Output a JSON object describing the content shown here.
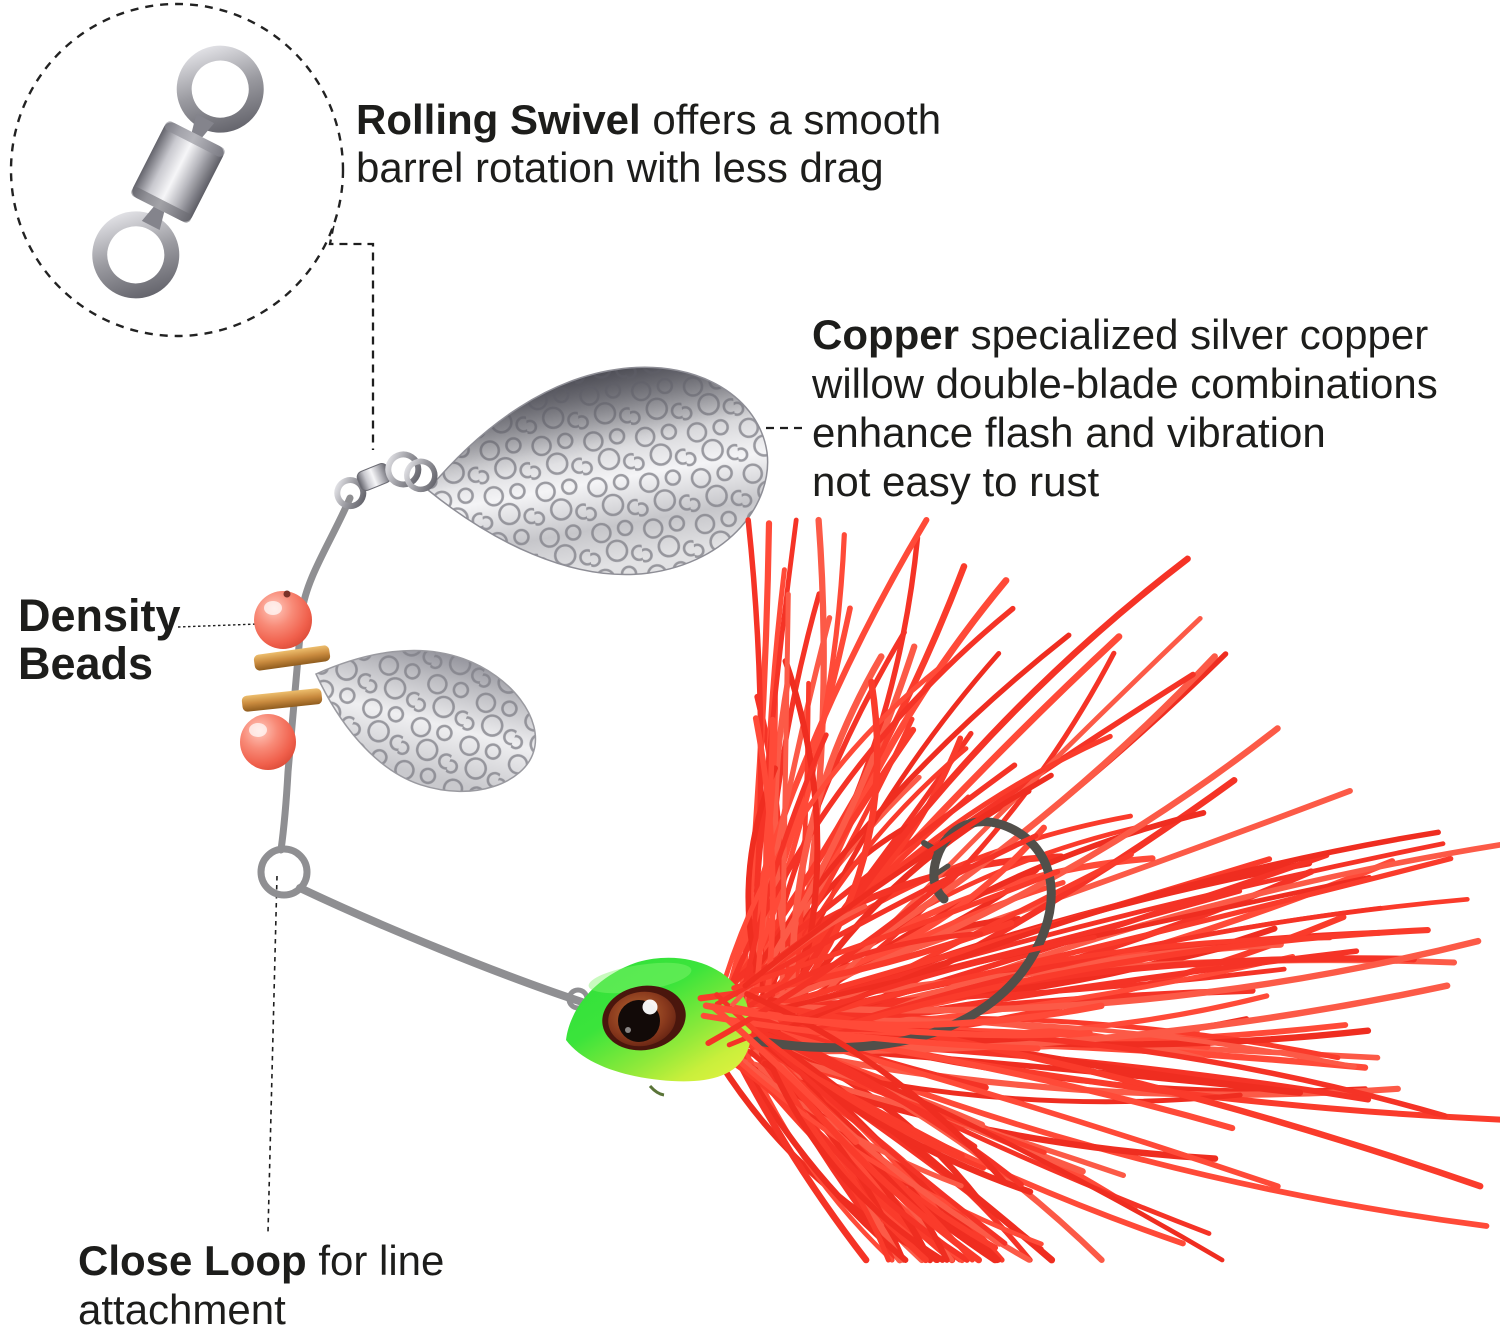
{
  "page": {
    "background": "#ffffff",
    "subject": "double-blade spinnerbait fishing lure infographic"
  },
  "callouts": {
    "rolling_swivel": {
      "line1": {
        "bold": "Rolling Swivel",
        "rest": " offers a smooth"
      },
      "line2": {
        "rest": "barrel rotation with less drag"
      }
    },
    "copper": {
      "line1": {
        "bold": "Copper",
        "rest": " specialized silver copper"
      },
      "line2": {
        "rest": "willow double-blade combinations"
      },
      "line3": {
        "rest": "enhance flash and vibration"
      },
      "line4": {
        "rest": "not easy to rust"
      }
    },
    "density_beads": {
      "line1": {
        "bold": "Density"
      },
      "line2": {
        "bold": "Beads"
      }
    },
    "close_loop": {
      "line1": {
        "bold": "Close Loop",
        "rest": " for line"
      },
      "line2": {
        "rest": "attachment"
      }
    }
  },
  "colors": {
    "text": "#1d1d1b",
    "leader": "#1e1e1e",
    "skirt_palette": [
      "#fa3b2b",
      "#f53326",
      "#ff4a38",
      "#ef2d20",
      "#fc5a47"
    ],
    "bead": "#f4796a",
    "clevis_brass": "#c98a3e",
    "head_green": "#35e23a",
    "head_chartreuse": "#d3f13e",
    "blade_silver": "#d9d9db",
    "wire": "#8f8f92",
    "hook": "#514f4a",
    "eye_ring": "#4a160d",
    "eye_pupil": "#120a08"
  }
}
